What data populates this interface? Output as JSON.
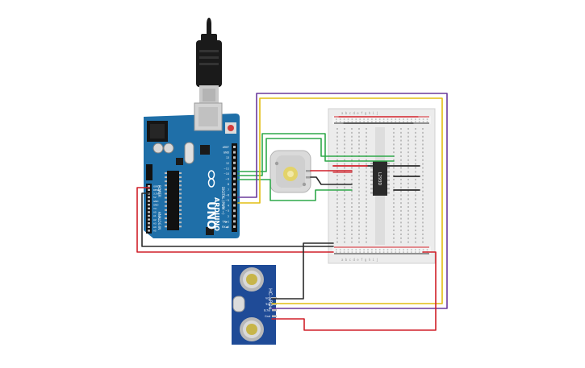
{
  "arduino": {
    "brand": "ARDUINO",
    "model": "UNO",
    "header_labels": [
      "AREF",
      "GND",
      "13",
      "12",
      "~11",
      "~10",
      "~9",
      "8",
      "7",
      "~6",
      "~5",
      "4",
      "~3",
      "2",
      "TX▶1",
      "RX◀0"
    ],
    "side_label_digital": "DIGITAL (PWM ~)",
    "power_label": "POWER",
    "analog_label": "ANALOG IN",
    "power_pins": [
      "IOREF",
      "RESET",
      "3.3V",
      "5V",
      "GND",
      "GND",
      "Vin"
    ],
    "analog_pins": [
      "A0",
      "A1",
      "A2",
      "A3",
      "A4",
      "A5"
    ]
  },
  "breadboard": {
    "column_letters_top": "a b c d e   f g h i j",
    "column_letters_bottom": "a b c d e   f g h i j"
  },
  "ic": {
    "label": "L293D"
  },
  "sensor": {
    "model": "HC-SR04",
    "pins": [
      "Vcc",
      "Trig",
      "Echo",
      "Gnd"
    ]
  },
  "colors": {
    "board_blue": "#1f6fa8",
    "wire_red": "#d01f28",
    "wire_black": "#2a2a2a",
    "wire_green": "#2fa84a",
    "wire_yellow": "#e2bd12",
    "wire_purple": "#6a3a9c"
  }
}
